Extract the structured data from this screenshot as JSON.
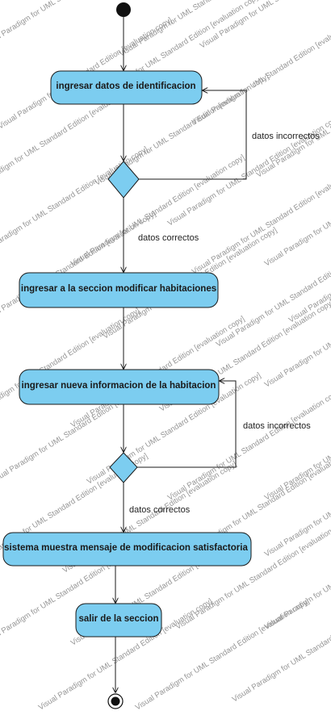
{
  "diagram": {
    "actions": [
      {
        "id": "a1",
        "label": "ingresar datos de identificacion"
      },
      {
        "id": "a2",
        "label": "ingresar a la seccion modificar habitaciones"
      },
      {
        "id": "a3",
        "label": "ingresar nueva informacion de la habitacion"
      },
      {
        "id": "a4",
        "label": "sistema muestra mensaje de modificacion satisfactoria"
      },
      {
        "id": "a5",
        "label": "salir de la seccion"
      }
    ],
    "guards": {
      "g1_incorrect": "datos incorrectos",
      "g1_correct": "datos correctos",
      "g2_incorrect": "datos incorrectos",
      "g2_correct": "datos correctos"
    },
    "watermark": "Visual Paradigm for UML Standard Edition [evaluation copy]",
    "colors": {
      "action_fill": "#7ccdf0",
      "stroke": "#1a1a1a"
    }
  }
}
